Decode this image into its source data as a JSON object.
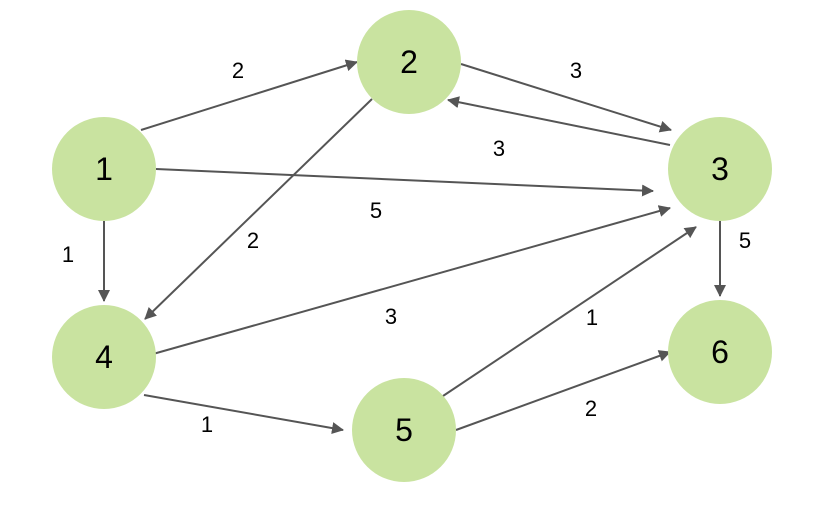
{
  "graph": {
    "node_color": "#c9e3a0",
    "edge_color": "#555555",
    "nodes": [
      {
        "id": "1",
        "label": "1"
      },
      {
        "id": "2",
        "label": "2"
      },
      {
        "id": "3",
        "label": "3"
      },
      {
        "id": "4",
        "label": "4"
      },
      {
        "id": "5",
        "label": "5"
      },
      {
        "id": "6",
        "label": "6"
      }
    ],
    "edges": [
      {
        "from": "1",
        "to": "2",
        "weight": "2"
      },
      {
        "from": "1",
        "to": "3",
        "weight": "5"
      },
      {
        "from": "1",
        "to": "4",
        "weight": "1"
      },
      {
        "from": "2",
        "to": "3",
        "weight": "3"
      },
      {
        "from": "3",
        "to": "2",
        "weight": "3"
      },
      {
        "from": "2",
        "to": "4",
        "weight": "2"
      },
      {
        "from": "4",
        "to": "3",
        "weight": "3"
      },
      {
        "from": "4",
        "to": "5",
        "weight": "1"
      },
      {
        "from": "5",
        "to": "3",
        "weight": "1"
      },
      {
        "from": "5",
        "to": "6",
        "weight": "2"
      },
      {
        "from": "3",
        "to": "6",
        "weight": "5"
      }
    ]
  }
}
